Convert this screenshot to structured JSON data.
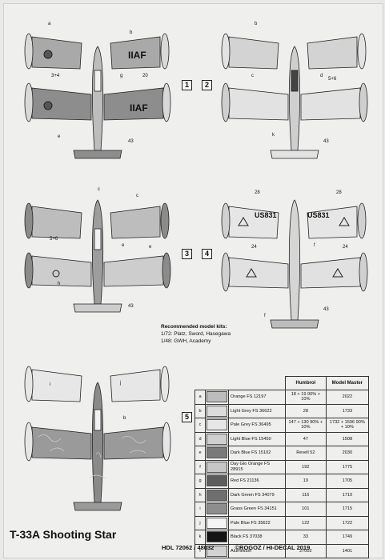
{
  "title": "T-33A Shooting Star",
  "footer": {
    "left": "HDL 72062 / 48032",
    "right": "©ROGOZ / HI-DECAL 2019"
  },
  "recommended": {
    "heading": "Recommended model kits:",
    "lines": [
      "1/72: Platz, Sword, Hasegawa",
      "1/48: GWH, Academy"
    ]
  },
  "profiles": [
    {
      "number": "1",
      "markings": [
        "IIAF",
        "IIAF"
      ],
      "callouts": [
        "a",
        "b",
        "3+4",
        "20",
        "g",
        "e",
        "43"
      ]
    },
    {
      "number": "2",
      "callouts": [
        "b",
        "c",
        "d",
        "5+6",
        "k",
        "43"
      ]
    },
    {
      "number": "3",
      "callouts": [
        "c",
        "c",
        "5+6",
        "e",
        "e",
        "h",
        "43"
      ]
    },
    {
      "number": "4",
      "markings": [
        "US831",
        "US831"
      ],
      "callouts": [
        "28",
        "28",
        "24",
        "24",
        "f",
        "f",
        "43"
      ]
    },
    {
      "number": "5",
      "callouts": [
        "i",
        "j",
        "b"
      ]
    }
  ],
  "legend": {
    "headers": {
      "humbrol": "Humbrol",
      "model_master": "Model Master"
    },
    "rows": [
      {
        "key": "a",
        "name": "Orange FS 12197",
        "humbrol": "18 + 19 90% + 10%",
        "mm": "2022",
        "swatch": "#bdbdbd"
      },
      {
        "key": "b",
        "name": "Light Grey FS 36622",
        "humbrol": "28",
        "mm": "1733",
        "swatch": "#dcdcdc"
      },
      {
        "key": "c",
        "name": "Pale Grey FS 36495",
        "humbrol": "147 + 130 90% + 10%",
        "mm": "1732 + 1596 90% + 10%",
        "swatch": "#e7e7e7"
      },
      {
        "key": "d",
        "name": "Light Blue FS 15450",
        "humbrol": "47",
        "mm": "1508",
        "swatch": "#cfcfcf"
      },
      {
        "key": "e",
        "name": "Dark Blue FS 15102",
        "humbrol": "Revell 52",
        "mm": "2030",
        "swatch": "#7a7a7a"
      },
      {
        "key": "f",
        "name": "Day Glo Orange FS 28915",
        "humbrol": "192",
        "mm": "1775",
        "swatch": "#c6c6c6"
      },
      {
        "key": "g",
        "name": "Red FS 21136",
        "humbrol": "19",
        "mm": "1705",
        "swatch": "#5d5d5d"
      },
      {
        "key": "h",
        "name": "Dark Green FS 34079",
        "humbrol": "116",
        "mm": "1710",
        "swatch": "#6f6f6f"
      },
      {
        "key": "i",
        "name": "Grass Green FS 34151",
        "humbrol": "101",
        "mm": "1715",
        "swatch": "#8e8e8e"
      },
      {
        "key": "j",
        "name": "Pale Blue FS 35622",
        "humbrol": "122",
        "mm": "1722",
        "swatch": "#f4f4f4"
      },
      {
        "key": "k",
        "name": "Black FS 37038",
        "humbrol": "33",
        "mm": "1749",
        "swatch": "#151515"
      },
      {
        "key": "l",
        "name": "Aluminium",
        "humbrol": "27002",
        "mm": "1401",
        "swatch": "#d2d2d2"
      }
    ]
  }
}
